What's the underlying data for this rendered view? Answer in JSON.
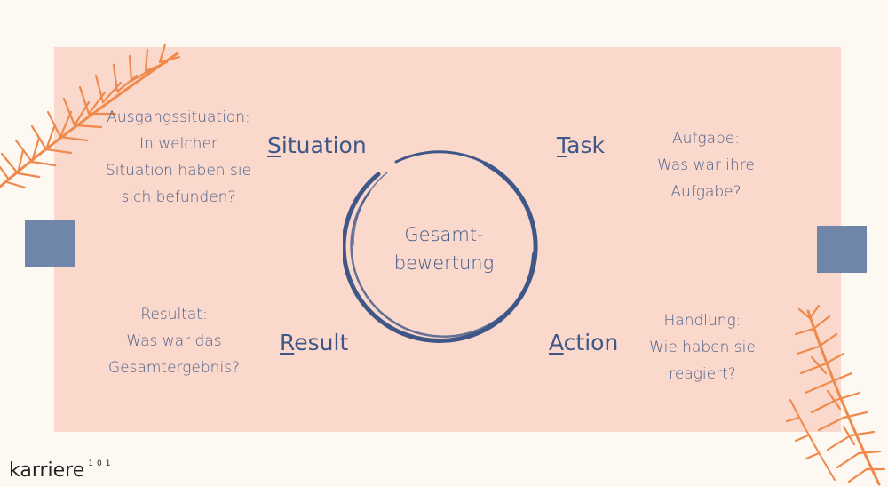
{
  "center": {
    "line1": "Gesamt-",
    "line2": "bewertung"
  },
  "quadrants": {
    "situation": {
      "first": "S",
      "rest": "ituation",
      "lines": [
        "Ausgangssituation:",
        "In welcher",
        "Situation haben sie",
        "sich befunden?"
      ]
    },
    "task": {
      "first": "T",
      "rest": "ask",
      "lines": [
        "Aufgabe:",
        "Was war ihre",
        "Aufgabe?"
      ]
    },
    "result": {
      "first": "R",
      "rest": "esult",
      "lines": [
        "Resultat:",
        "Was war das",
        "Gesamtergebnis?"
      ]
    },
    "action": {
      "first": "A",
      "rest": "ction",
      "lines": [
        "Handlung:",
        "Wie haben sie",
        "reagiert?"
      ]
    }
  },
  "logo": {
    "name": "karriere",
    "sup": "101"
  },
  "colors": {
    "panel": "#fad8cc",
    "accent_blue": "#3f5787",
    "square": "#6f86a8",
    "plume": "#ef8a4c",
    "background": "#fdf8f2"
  },
  "icons": [
    "pampas-plume-icon",
    "pampas-plume-icon"
  ]
}
